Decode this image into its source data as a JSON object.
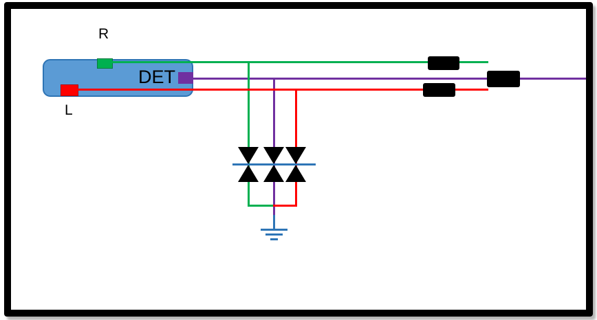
{
  "diagram": {
    "labels": {
      "device": "DET",
      "terminal_top": "R",
      "terminal_bottom": "L"
    },
    "colors": {
      "wire_green": "#00B050",
      "wire_red": "#FF0000",
      "wire_purple": "#7030A0",
      "bus_blue": "#2E75B6",
      "device_fill": "#5B9BD5",
      "device_border": "#2E74B5",
      "component_fill": "#000000",
      "frame": "#000000",
      "canvas": "#FFFFFF"
    },
    "icons": {
      "tvs_pair": "bidirectional-tvs-diode-icon",
      "ground": "earth-ground-icon",
      "inline_component": "black-component-block-icon"
    }
  }
}
